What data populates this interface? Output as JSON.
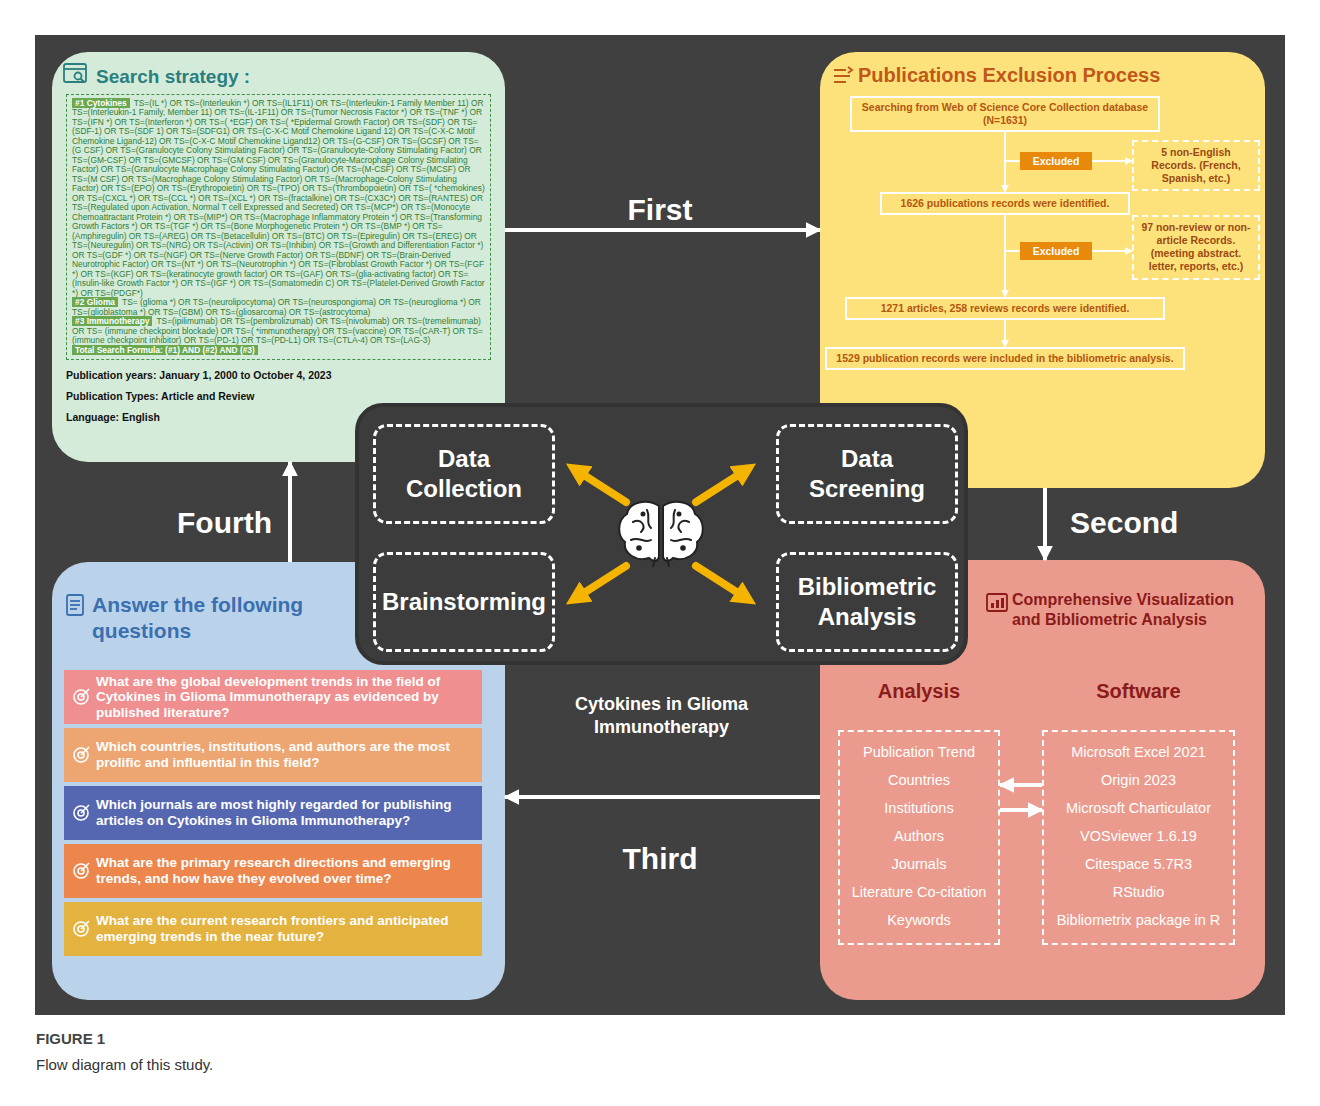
{
  "diagram": {
    "caption": "Flow diagram of this study.",
    "nodes": [
      {
        "text": [
          "Search strategy :",
          "Publication years: January 1, 2000 to October 4, 2023",
          "Publication Types: Article and Review",
          "Language: English"
        ]
      },
      {
        "text": [
          "#1 Cytokines",
          "TS=(IL *) OR TS=(Interleukin *) OR TS=(IL1F11) OR TS=(Interleukin-1 Family Member 11) OR TS=(Interleukin-1 Family, Member 11) OR TS=(IL-1F11) OR TS=(Tumor Necrosis Factor *) OR TS=(TNF *) OR TS=(IFN *) OR TS=(Interferon *) OR TS=( *EGF) OR TS=( *Epidermal Growth Factor) OR TS=(SDF) OR TS=(SDF-1) OR TS=(SDF 1) OR TS=(SDFG1) OR TS=(C-X-C Motif Chemokine Ligand 12) OR TS=(C-X-C Motif Chemokine Ligand-12) OR TS=(C-X-C Motif Chemokine Ligand12) OR TS=(G-CSF) OR TS=(GCSF) OR TS=(G CSF) OR TS=(Granulocyte Colony Stimulating Factor) OR TS=(Granulocyte-Colony Stimulating Factor) OR TS=(GM-CSF) OR TS=(GMCSF) OR TS=(GM CSF) OR TS=(Granulocyte-Macrophage Colony Stimulating Factor) OR TS=(Granulocyte Macrophage Colony Stimulating Factor) OR TS=(M-CSF) OR TS=(MCSF) OR TS=(M CSF) OR TS=(Macrophage Colony Stimulating Factor) OR TS=(Macrophage-Colony Stimulating Factor) OR TS=(EPO) OR TS=(Erythropoietin) OR TS=(TPO) OR TS=(Thrombopoietin) OR TS=( *chemokines) OR TS=(CXCL *) OR TS=(CCL *) OR TS=(XCL *) OR TS=(fractalkine) OR TS=(CX3C*) OR TS=(RANTES) OR TS=(Regulated upon Activation, Normal T cell Expressed and Secreted) OR TS=(MCP*) OR TS=(Monocyte Chemoattractant Protein *) OR TS=(MIP*) OR TS=(Macrophage Inflammatory Protein *) OR TS=(Transforming Growth Factors *) OR TS=(TGF *) OR TS=(Bone Morphogenetic Protein *) OR TS=(BMP *) OR TS=(Amphiregulin) OR TS=(AREG) OR TS=(Betacellulin) OR TS=(BTC) OR TS=(Epiregulin) OR TS=(EREG) OR TS=(Neuregulin) OR TS=(NRG) OR TS=(Activin) OR TS=(Inhibin) OR TS=(Growth and Differentiation Factor *) OR TS=(GDF *) OR TS=(NGF) OR TS=(Nerve Growth Factor) OR TS=(BDNF) OR TS=(Brain-Derived Neurotrophic Factor) OR TS=(NT *) OR TS=(Neurotrophin *) OR TS=(Fibroblast Growth Factor *) OR TS=(FGF *) OR TS=(KGF) OR TS=(keratinocyte growth factor) OR TS=(GAF) OR TS=(glia-activating factor) OR TS=(Insulin-like Growth Factor *) OR TS=(IGF *) OR TS=(Somatomedin C) OR TS=(Platelet-Derived Growth Factor *) OR TS=(PDGF*)",
          "#2 Glioma",
          "TS= (glioma *) OR TS=(neurolipocytoma) OR TS=(neurospongioma) OR TS=(neuroglioma *) OR TS=(glioblastoma *) OR TS=(GBM) OR TS=(gliosarcoma) OR TS=(astrocytoma)",
          "#3 Immunotherapy",
          "TS=(ipilimumab) OR TS=(pembrolizumab) OR TS=(nivolumab) OR TS=(tremelimumab) OR TS= (immune checkpoint blockade) OR TS=( *immunotherapy) OR TS=(vaccine) OR TS=(CAR-T) OR TS=(immune checkpoint inhibitor) OR TS=(PD-1) OR TS=(PD-L1) OR TS=(CTLA-4) OR TS=(LAG-3)",
          "Total Search Formula: (#1) AND (#2) AND (#3)"
        ],
        "in": 0
      },
      {
        "text": [
          "Publications Exclusion Process"
        ]
      },
      {
        "text": [
          "Searching from Web of Science Core Collection database (N=1631)"
        ],
        "in": 2
      },
      {
        "text": [
          "Excluded"
        ],
        "in": 2
      },
      {
        "text": [
          "5 non-English Records. (French, Spanish, etc.)"
        ],
        "in": 2
      },
      {
        "text": [
          "1626 publications records were identified."
        ],
        "in": 2
      },
      {
        "text": [
          "Excluded"
        ],
        "in": 2
      },
      {
        "text": [
          "97 non-review or non-article Records. (meeting abstract. letter, reports, etc.)"
        ],
        "in": 2
      },
      {
        "text": [
          "1271 articles, 258 reviews records were identified."
        ],
        "in": 2
      },
      {
        "text": [
          "1529 publication records were included in the bibliometric analysis."
        ],
        "in": 2
      },
      {
        "text": [
          "Cytokines in Glioma Immunotherapy"
        ]
      },
      {
        "text": [
          "Data Collection"
        ],
        "in": 11
      },
      {
        "text": [
          "Data Screening"
        ],
        "in": 11
      },
      {
        "text": [
          "Brainstorming"
        ],
        "in": 11
      },
      {
        "text": [
          "Bibliometric Analysis"
        ],
        "in": 11
      },
      {
        "text": [
          "Answer the following questions"
        ]
      },
      {
        "text": [
          "What are the global development trends in the field of Cytokines in Glioma Immunotherapy as evidenced by published literature?"
        ],
        "in": 16
      },
      {
        "text": [
          "Which countries, institutions, and authors are the most prolific and influential in this field?"
        ],
        "in": 16
      },
      {
        "text": [
          "Which journals are most highly regarded for publishing articles on Cytokines in Glioma Immunotherapy?"
        ],
        "in": 16
      },
      {
        "text": [
          "What are the primary research directions and emerging trends, and how have they evolved over time?"
        ],
        "in": 16
      },
      {
        "text": [
          "What are the current research frontiers and anticipated emerging trends in the near future?"
        ],
        "in": 16
      },
      {
        "text": [
          "Comprehensive Visualization and Bibliometric Analysis",
          "Analysis",
          "Software"
        ]
      },
      {
        "text": [
          "Publication Trend",
          "Countries",
          "Institutions",
          "Authors",
          "Journals",
          "Literature Co-citation",
          "Keywords"
        ],
        "in": 22
      },
      {
        "text": [
          "Microsoft Excel 2021",
          "Origin 2023",
          "Microsoft Charticulator",
          "VOSviewer 1.6.19",
          "Citespace 5.7R3",
          "RStudio",
          "Bibliometrix package in R"
        ],
        "in": 22
      }
    ],
    "edges": [
      {
        "from": 0,
        "to": 2,
        "label": "First",
        "arrow": "to"
      },
      {
        "from": 2,
        "to": 22,
        "label": "Second",
        "arrow": "to"
      },
      {
        "from": 22,
        "to": 16,
        "label": "Third",
        "arrow": "to"
      },
      {
        "from": 16,
        "to": 0,
        "label": "Fourth",
        "arrow": "to"
      },
      {
        "from": 3,
        "to": 6,
        "arrow": "to"
      },
      {
        "from": 3,
        "to": 4,
        "arrow": "none"
      },
      {
        "from": 4,
        "to": 5,
        "arrow": "to"
      },
      {
        "from": 6,
        "to": 9,
        "arrow": "to"
      },
      {
        "from": 6,
        "to": 7,
        "arrow": "none"
      },
      {
        "from": 7,
        "to": 8,
        "arrow": "to"
      },
      {
        "from": 9,
        "to": 10,
        "arrow": "to"
      },
      {
        "from": 24,
        "to": 23,
        "arrow": "to"
      },
      {
        "from": 23,
        "to": 24,
        "arrow": "to"
      }
    ],
    "labels": [
      "FIGURE 1"
    ]
  }
}
